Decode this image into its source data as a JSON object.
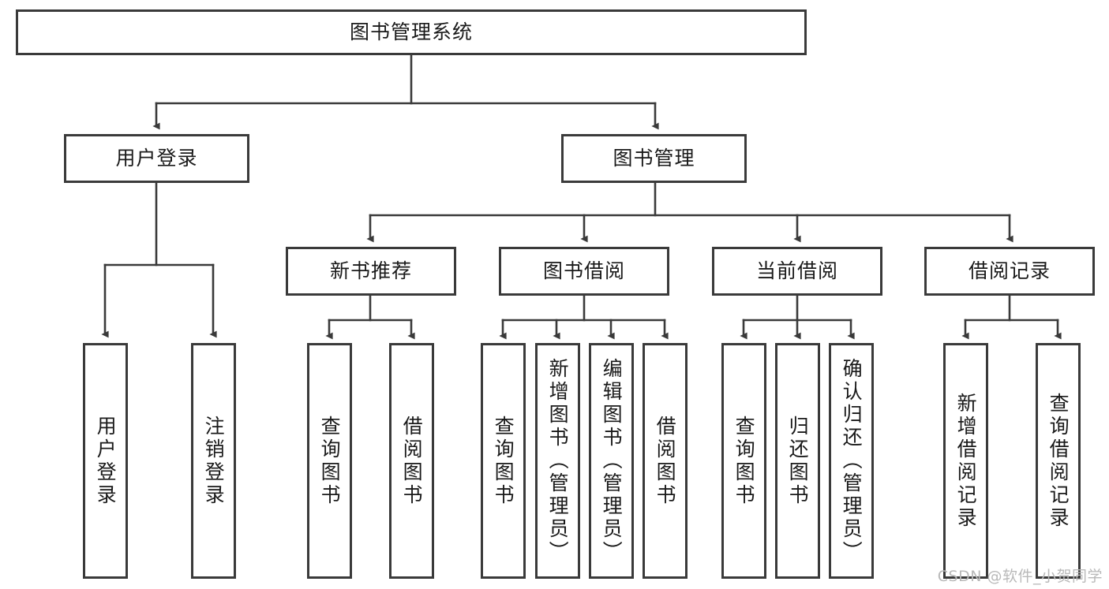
{
  "diagram": {
    "type": "tree",
    "title": "图书管理系统 功能结构图",
    "colors": {
      "border": "#3a3a3a",
      "background": "#ffffff",
      "text": "#1a1a1a",
      "connector": "#3a3a3a",
      "watermark": "#b9b9b9"
    },
    "root": {
      "label": "图书管理系统"
    },
    "level2": [
      {
        "label": "用户登录"
      },
      {
        "label": "图书管理"
      }
    ],
    "level3": [
      {
        "label": "新书推荐"
      },
      {
        "label": "图书借阅"
      },
      {
        "label": "当前借阅"
      },
      {
        "label": "借阅记录"
      }
    ],
    "leaves": {
      "user_login": [
        {
          "label": "用户登录"
        },
        {
          "label": "注销登录"
        }
      ],
      "new_book": [
        {
          "label": "查询图书"
        },
        {
          "label": "借阅图书"
        }
      ],
      "book_borrow": [
        {
          "label": "查询图书"
        },
        {
          "label": "新增图书（管理员）"
        },
        {
          "label": "编辑图书（管理员）"
        },
        {
          "label": "借阅图书"
        }
      ],
      "current_borrow": [
        {
          "label": "查询图书"
        },
        {
          "label": "归还图书"
        },
        {
          "label": "确认归还（管理员）"
        }
      ],
      "borrow_record": [
        {
          "label": "新增借阅记录"
        },
        {
          "label": "查询借阅记录"
        }
      ]
    },
    "watermark": "CSDN @软件_小贺同学"
  }
}
